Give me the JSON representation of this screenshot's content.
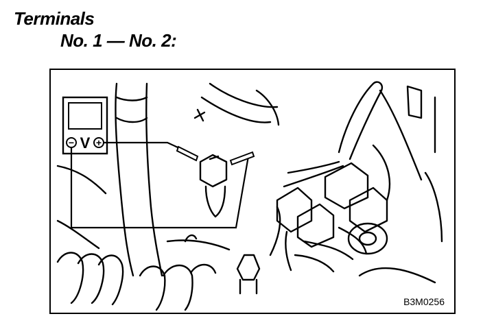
{
  "heading": "Terminals",
  "subheading": "No. 1 — No. 2:",
  "voltmeter": {
    "minus": "−",
    "symbol": "V",
    "plus": "+"
  },
  "figure_code": "B3M0256"
}
